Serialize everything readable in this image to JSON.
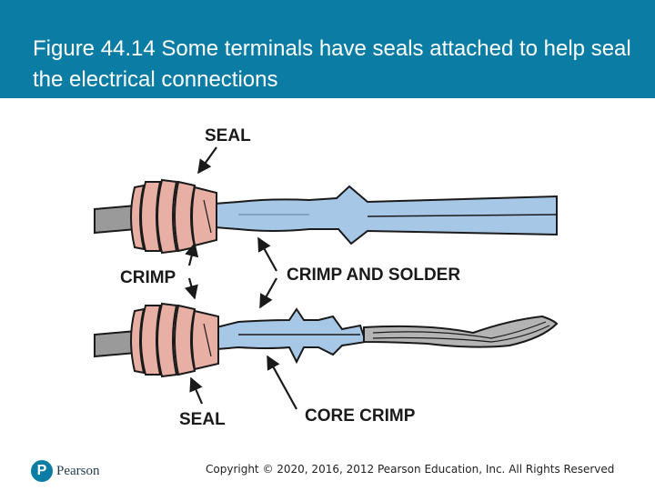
{
  "slide": {
    "title": "Figure 44.14 Some terminals have seals attached to help seal the electrical connections",
    "copyright": "Copyright © 2020, 2016, 2012 Pearson Education, Inc. All Rights Reserved"
  },
  "figure": {
    "labels": {
      "seal_top": "SEAL",
      "crimp": "CRIMP",
      "crimp_and_solder": "CRIMP AND SOLDER",
      "seal_bottom": "SEAL",
      "core_crimp": "CORE CRIMP"
    },
    "colors": {
      "seal": "#e8b0a4",
      "terminal": "#a7c7e7",
      "wire": "#9a9a9a",
      "outline": "#1a1a1a"
    }
  },
  "footer": {
    "logo_letter": "P",
    "logo_text": "Pearson"
  }
}
